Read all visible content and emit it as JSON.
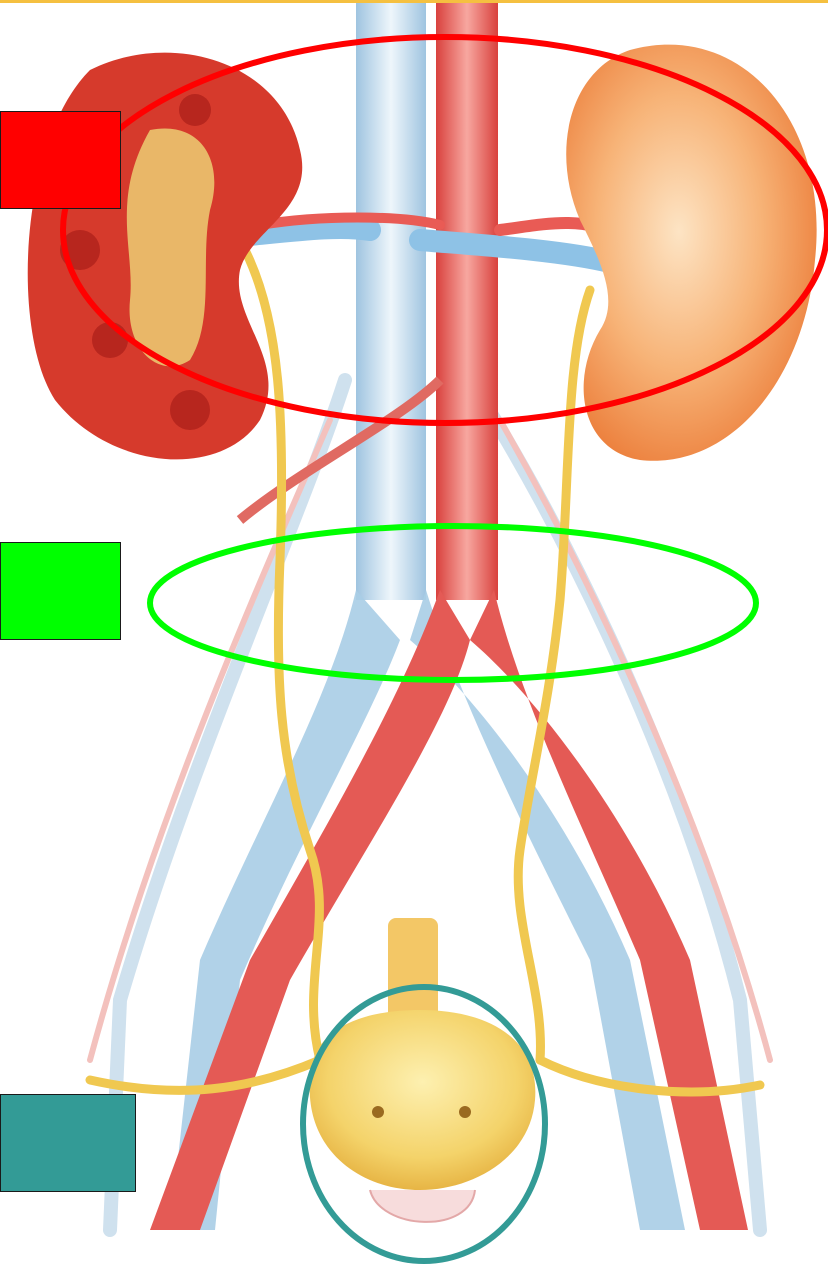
{
  "colors": {
    "top_line": "#f5c040",
    "marker_red": "#ff0000",
    "marker_green": "#00ff00",
    "marker_teal": "#339b96",
    "artery": "#e8534f",
    "vein": "#b9d9ee",
    "ureter": "#f0c850",
    "kidney_section": "#d63a2c",
    "kidney_surface": "#f4a060",
    "bladder": "#f2d36a"
  },
  "illustration": {
    "subject": "urinary-system-anatomy",
    "parts": [
      "left-kidney-section",
      "right-kidney",
      "aorta",
      "inferior-vena-cava",
      "left-ureter",
      "right-ureter",
      "urinary-bladder",
      "iliac-vessels"
    ]
  },
  "markers": [
    {
      "id": "kidneys",
      "color": "#ff0000"
    },
    {
      "id": "ureters",
      "color": "#00ff00"
    },
    {
      "id": "bladder",
      "color": "#339b96"
    }
  ],
  "labels": {
    "red_box": "",
    "green_box": "",
    "teal_box": ""
  }
}
